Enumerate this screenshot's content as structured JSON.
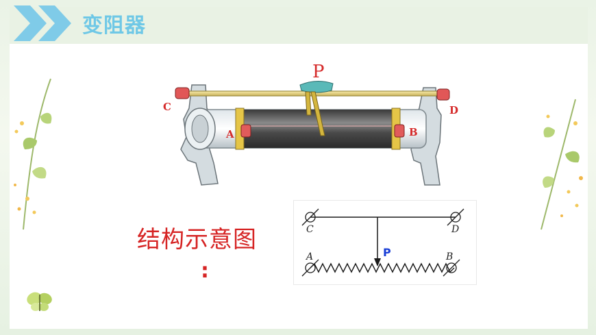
{
  "slide": {
    "title": "变阻器",
    "caption": "结构示意图",
    "caption_colon": ":"
  },
  "photo_labels": {
    "P": "P",
    "A": "A",
    "B": "B",
    "C": "C",
    "D": "D"
  },
  "diagram_labels": {
    "C": "C",
    "D": "D",
    "A": "A",
    "B": "B",
    "P": "P"
  },
  "colors": {
    "title": "#6fc8e6",
    "caption": "#d62424",
    "label_red": "#d52a2a",
    "slider_blue": "#1a3fd6"
  },
  "icons": [
    "chevron-right-icon",
    "butterfly-icon",
    "flower-branch-icon"
  ]
}
